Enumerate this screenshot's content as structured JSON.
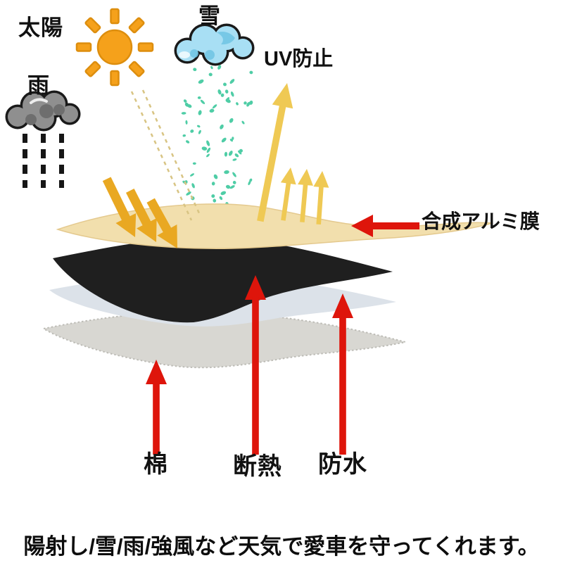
{
  "labels": {
    "sun": "太陽",
    "snow": "雪",
    "rain": "雨",
    "uv_protection": "UV防止",
    "aluminum_film": "合成アルミ膜",
    "cotton": "棉",
    "heat_insulation": "断熱",
    "waterproof": "防水"
  },
  "caption": "陽射し/雪/雨/強風など天気で愛車を守ってくれます。",
  "icons": {
    "sun": "sun-icon",
    "snow_cloud": "snow-cloud-icon",
    "rain_cloud": "rain-cloud-icon",
    "uv_reflect": "uv-arrows",
    "sunlight": "sunlight-arrows"
  },
  "colors": {
    "sun_fill": "#F5A11B",
    "sun_stroke": "#DD8E0E",
    "gold_arrow": "#E9A822",
    "gold_arrow_light": "#F2C14E",
    "uv_arrow": "#EFC954",
    "dashed_ray": "#D8C483",
    "snow_speckle": "#4FCDA6",
    "snow_cloud_fill": "#A8DFF4",
    "snow_cloud_shade": "#6FC4E4",
    "rain_cloud_fill": "#8F8F8F",
    "rain_cloud_shade": "#6E6E6E",
    "cloud_outline": "#1A1A1A",
    "rain_dash": "#161616",
    "layer_aluminum": "#F2DFAD",
    "layer_aluminum_edge": "#E4C98E",
    "layer_black": "#1F1F1F",
    "layer_waterproof": "#DCE2E9",
    "layer_cotton": "#D8D7D2",
    "layer_cotton_edge": "#BDBCB6",
    "red_arrow": "#DE150B",
    "text": "#111111"
  }
}
